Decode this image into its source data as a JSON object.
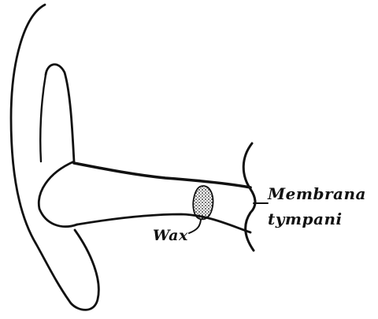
{
  "labels": {
    "membrana": "Membrana",
    "tympani": "tympani",
    "wax": "Wax"
  },
  "colors": {
    "ink": "#111111",
    "background": "#ffffff"
  }
}
